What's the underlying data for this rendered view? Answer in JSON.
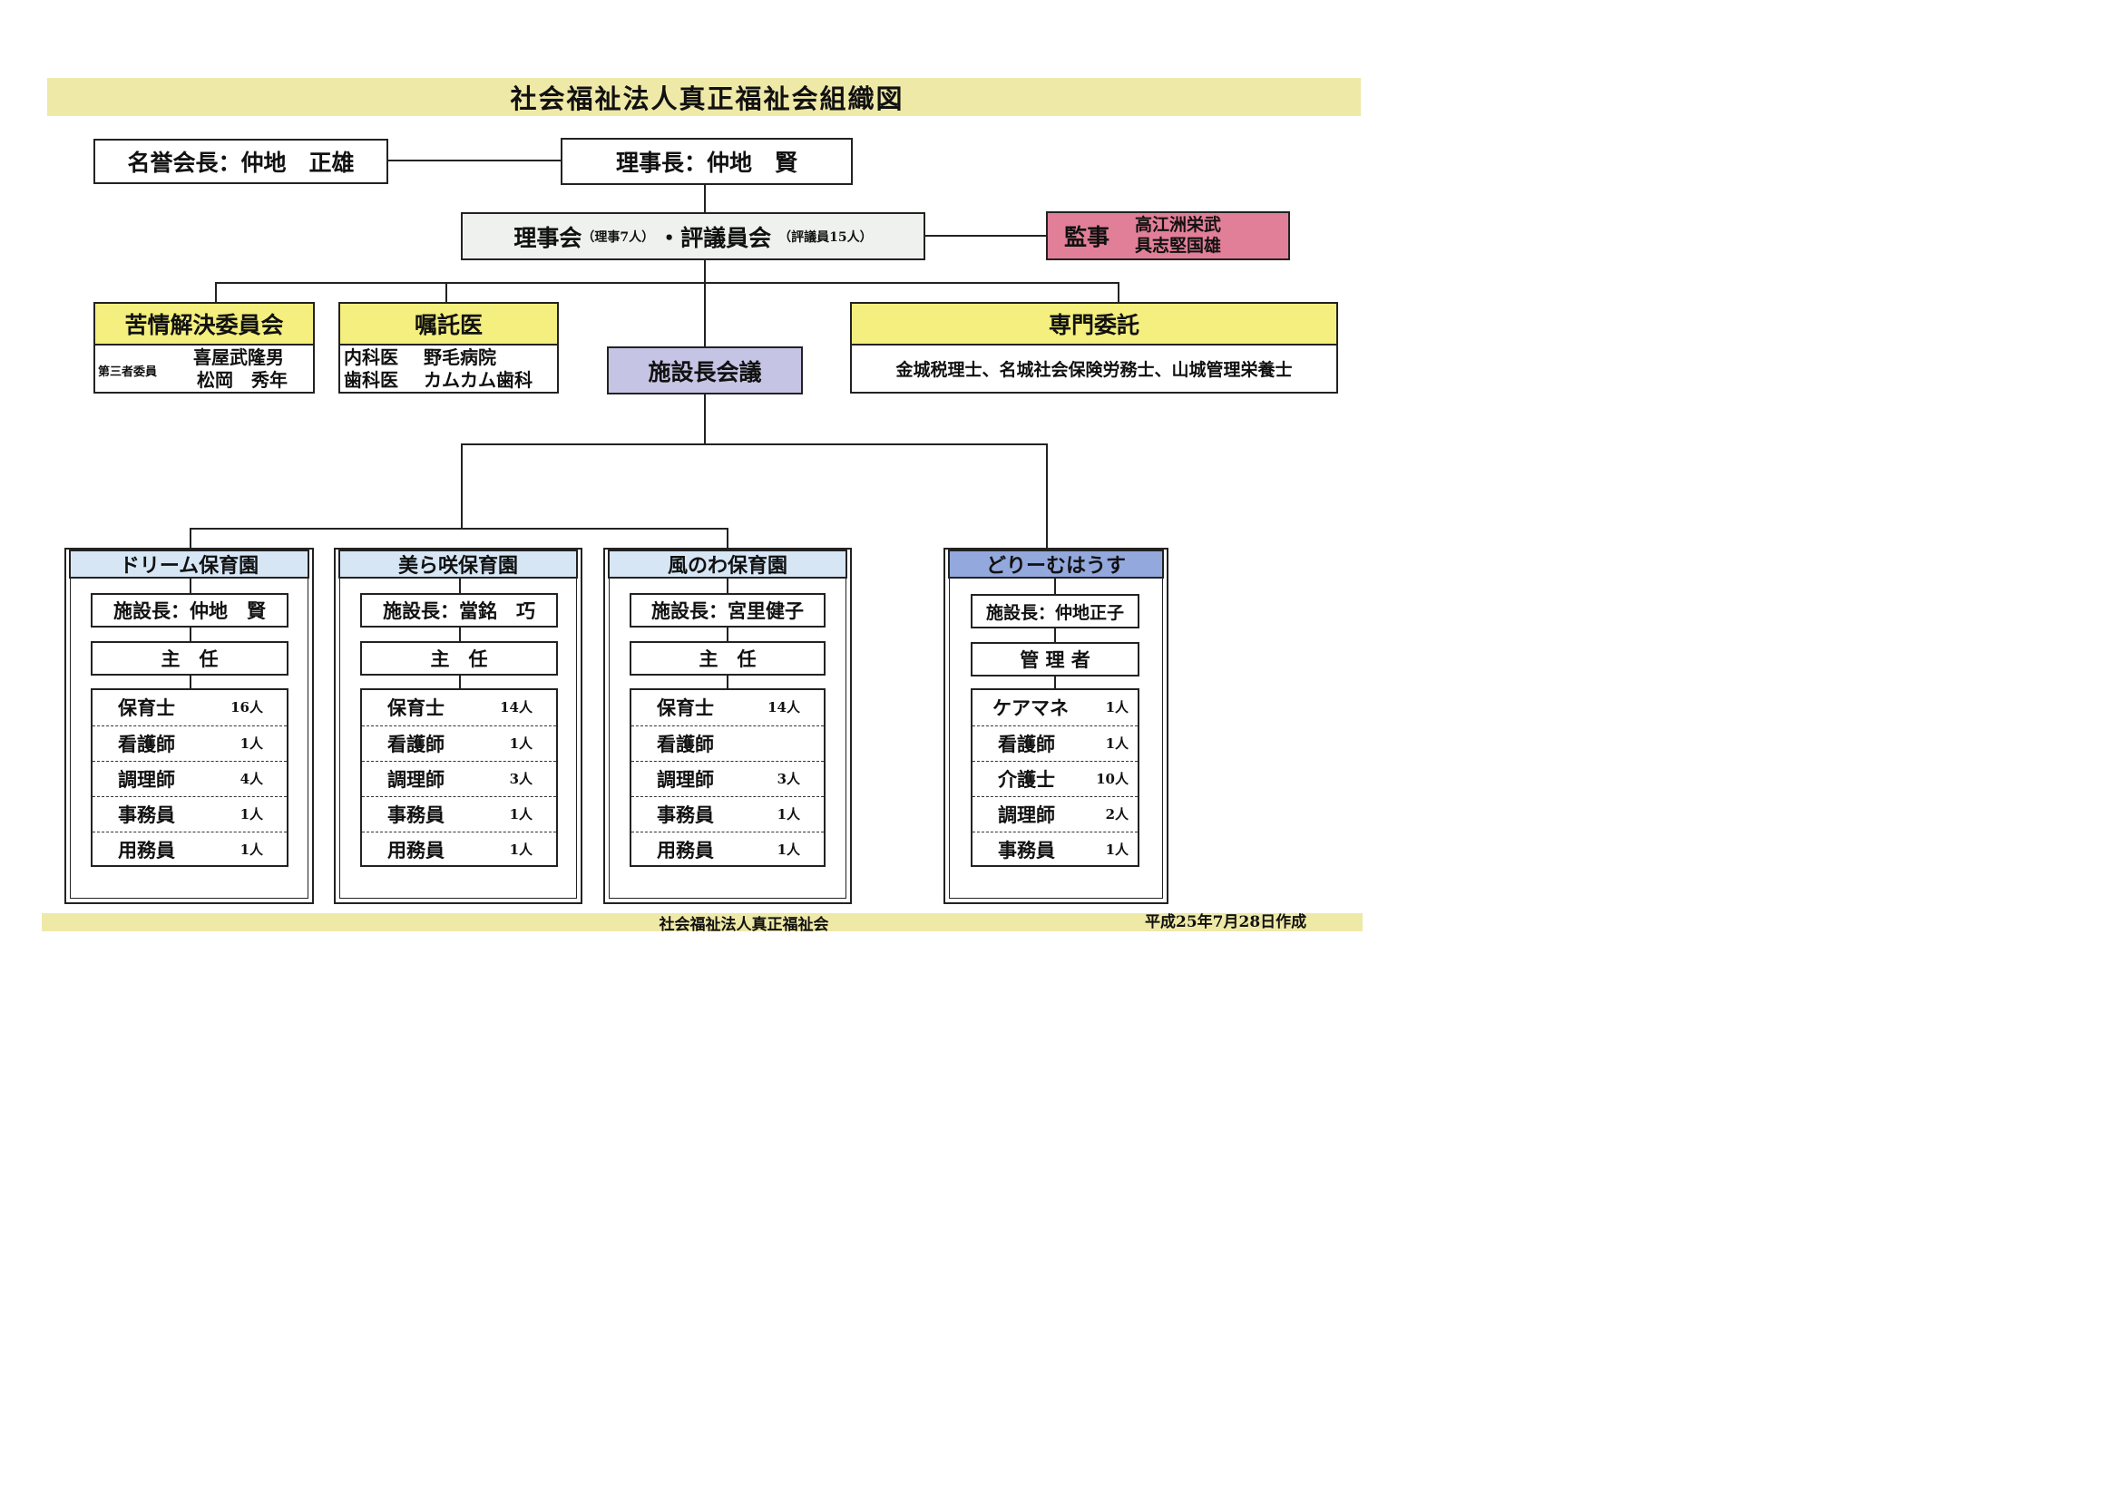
{
  "title": "社会福祉法人真正福祉会組織図",
  "honorary": "名誉会長：仲地　正雄",
  "chairman": "理事長：仲地　賢",
  "board": {
    "main1": "理事会",
    "sub1": "（理事7人）",
    "main2": "・評議員会",
    "sub2": "（評議員15人）"
  },
  "auditor": {
    "label": "監事",
    "names": [
      "高江洲栄武",
      "具志堅国雄"
    ]
  },
  "complaint": {
    "title": "苦情解決委員会",
    "role": "第三者委員",
    "names": [
      "喜屋武隆男",
      "松岡　秀年"
    ]
  },
  "doctor": {
    "title": "嘱託医",
    "rows": [
      {
        "dept": "内科医",
        "name": "野毛病院"
      },
      {
        "dept": "歯科医",
        "name": "カムカム歯科"
      }
    ]
  },
  "directors_meeting": "施設長会議",
  "specialist": {
    "title": "専門委託",
    "body": "金城税理士、名城社会保険労務士、山城管理栄養士"
  },
  "facilities": [
    {
      "name": "ドリーム保育園",
      "director": "施設長：仲地　賢",
      "manager": "主　任",
      "staff": [
        {
          "role": "保育士",
          "count": "16人"
        },
        {
          "role": "看護師",
          "count": "1人"
        },
        {
          "role": "調理師",
          "count": "4人"
        },
        {
          "role": "事務員",
          "count": "1人"
        },
        {
          "role": "用務員",
          "count": "1人"
        }
      ]
    },
    {
      "name": "美ら咲保育園",
      "director": "施設長：當銘　巧",
      "manager": "主　任",
      "staff": [
        {
          "role": "保育士",
          "count": "14人"
        },
        {
          "role": "看護師",
          "count": "1人"
        },
        {
          "role": "調理師",
          "count": "3人"
        },
        {
          "role": "事務員",
          "count": "1人"
        },
        {
          "role": "用務員",
          "count": "1人"
        }
      ]
    },
    {
      "name": "風のわ保育園",
      "director": "施設長：宮里健子",
      "manager": "主　任",
      "staff": [
        {
          "role": "保育士",
          "count": "14人"
        },
        {
          "role": "看護師",
          "count": ""
        },
        {
          "role": "調理師",
          "count": "3人"
        },
        {
          "role": "事務員",
          "count": "1人"
        },
        {
          "role": "用務員",
          "count": "1人"
        }
      ]
    },
    {
      "name": "どりーむはうす",
      "director": "施設長：仲地正子",
      "manager": "管 理 者",
      "staff": [
        {
          "role": "ケアマネ",
          "count": "1人"
        },
        {
          "role": "看護師",
          "count": "1人"
        },
        {
          "role": "介護士",
          "count": "10人"
        },
        {
          "role": "調理師",
          "count": "2人"
        },
        {
          "role": "事務員",
          "count": "1人"
        }
      ]
    }
  ],
  "footer": {
    "org": "社会福祉法人真正福祉会",
    "date": "平成25年7月28日作成"
  },
  "colors": {
    "title_band": "#efe9a8",
    "yellow_header": "#f4ef7e",
    "auditor_pink": "#e27f98",
    "meeting_lavender": "#c6c4e4",
    "nursery_header": "#d6e6f5",
    "care_header": "#93a8dc",
    "board_fill": "#eef1ee"
  }
}
